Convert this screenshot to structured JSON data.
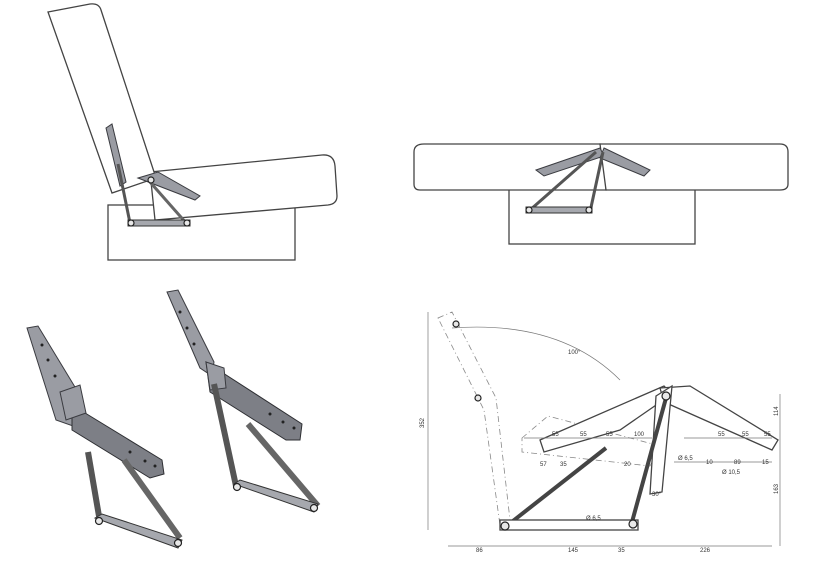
{
  "drawing": {
    "angle_label": "100°",
    "dims": {
      "height_total": "352",
      "right_height_top": "114",
      "right_height_bottom": "163",
      "base_left": "86",
      "base_mid": "145",
      "base_small": "35",
      "base_right": "226",
      "hole_diam_1": "Ø 6,5",
      "hole_diam_2": "Ø 6,5",
      "hole_diam_3": "Ø 10,5",
      "seat_spacing_1": "55",
      "seat_spacing_2": "55",
      "seat_spacing_3": "55",
      "seat_left": "100",
      "seat_right_1": "55",
      "seat_right_2": "55",
      "seat_right_3": "55",
      "offset_1": "57",
      "offset_2": "35",
      "offset_3": "89",
      "small_1": "10",
      "small_2": "15",
      "small_3": "20",
      "angle_small": "30°"
    }
  }
}
